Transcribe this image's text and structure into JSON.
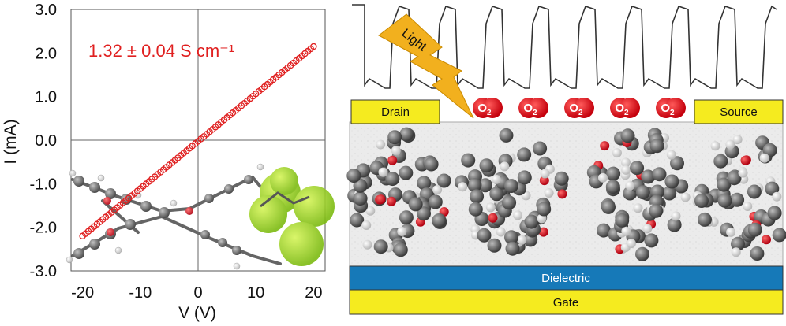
{
  "chart_data": {
    "type": "scatter",
    "xlabel": "V (V)",
    "ylabel": "I (mA)",
    "xlim": [
      -22,
      22
    ],
    "ylim": [
      -3.0,
      3.0
    ],
    "x_ticks": [
      "-20",
      "-10",
      "0",
      "10",
      "20"
    ],
    "y_ticks": [
      "3.0",
      "2.0",
      "1.0",
      "0.0",
      "-1.0",
      "-2.0",
      "-3.0"
    ],
    "annotation": "1.32 ± 0.04 S cm⁻¹",
    "series_color": "#e02020",
    "series": [
      {
        "x_start": -20,
        "x_end": 20,
        "step": 0.5,
        "y_start": -2.2,
        "y_end": 2.15
      }
    ]
  },
  "device": {
    "drain_label": "Drain",
    "source_label": "Source",
    "dielectric_label": "Dielectric",
    "gate_label": "Gate",
    "light_label": "Light",
    "o2_label": "O",
    "o2_subscript": "2",
    "o2_count": 5,
    "electrode_color": "#f5eb1f",
    "dielectric_color": "#1679b8",
    "o2_color": "#e8101c",
    "light_color": "#f2b01e"
  }
}
